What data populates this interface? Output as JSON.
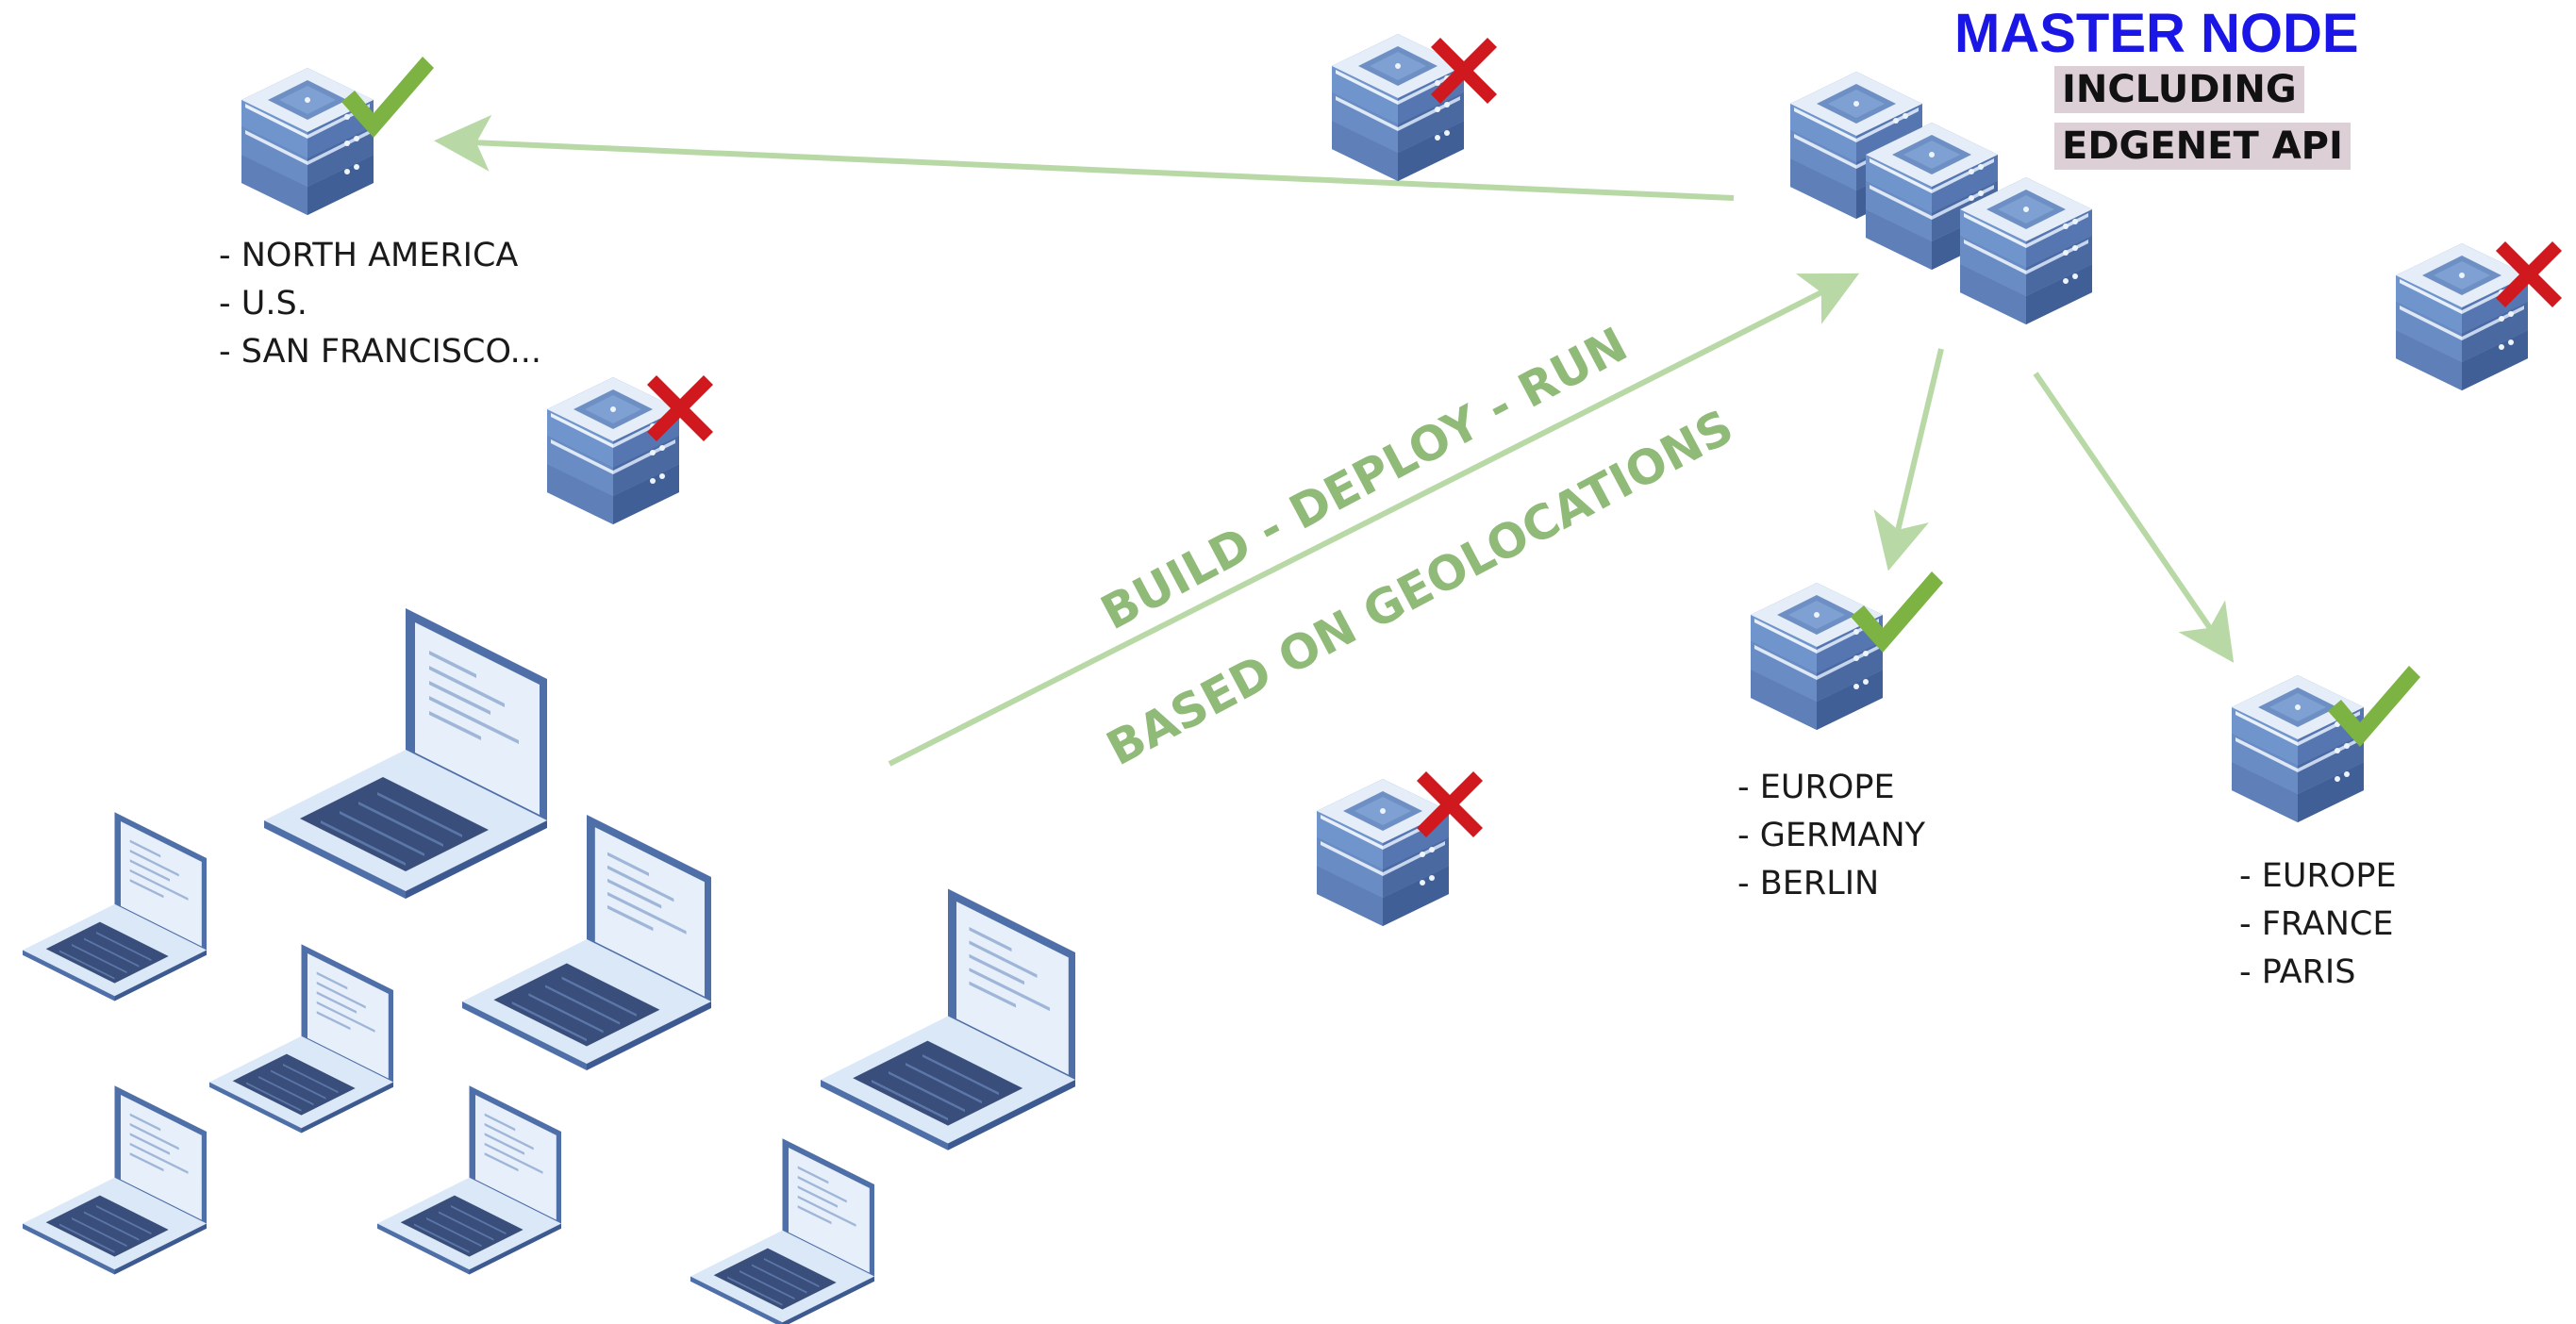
{
  "master": {
    "title": "MASTER NODE",
    "subtitle_line1": "INCLUDING",
    "subtitle_line2": "EDGENET API"
  },
  "labels": {
    "build_deploy_run": "BUILD - DEPLOY - RUN",
    "based_on_geolocations": "BASED ON GEOLOCATIONS"
  },
  "locations": {
    "north_america": [
      "- NORTH AMERICA",
      "- U.S.",
      "- SAN FRANCISCO..."
    ],
    "berlin": [
      "- EUROPE",
      "- GERMANY",
      "- BERLIN"
    ],
    "paris": [
      "- EUROPE",
      "- FRANCE",
      "- PARIS"
    ]
  },
  "node_status": {
    "north_america": "check",
    "berlin": "check",
    "paris": "check",
    "top_center": "cross",
    "mid_left": "cross",
    "right_edge": "cross",
    "center_bottom": "cross"
  },
  "icons": {
    "server": "server-stack-icon",
    "laptop": "laptop-icon",
    "ok": "checkmark-icon",
    "unavailable": "cross-icon"
  },
  "colors": {
    "server_top": "#6d8fc4",
    "server_side": "#4f6fa8",
    "server_face": "#dfe9f6",
    "arrow": "#b8d9a6",
    "text_green": "#8fba78",
    "check": "#7cb342",
    "cross": "#d0181f",
    "title_blue": "#1a16e6",
    "highlight": "#dcd0d6"
  }
}
